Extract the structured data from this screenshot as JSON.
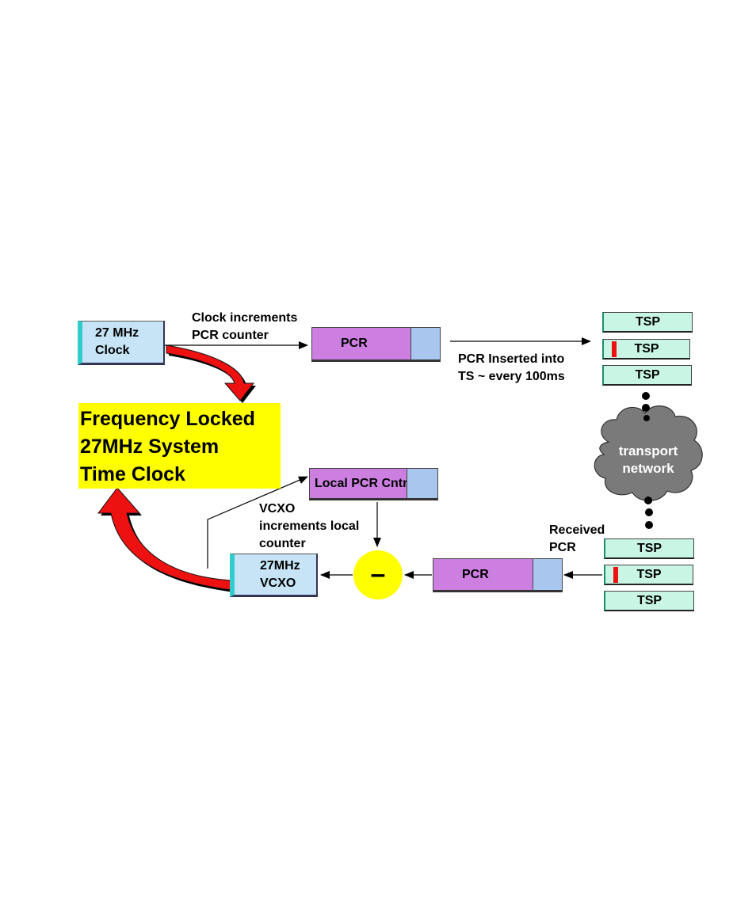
{
  "source_clock": {
    "line1": "27 MHz",
    "line2": "Clock"
  },
  "encoder_label": {
    "line1": "Clock increments",
    "line2": "PCR counter"
  },
  "pcr_encoder": {
    "label": "PCR"
  },
  "insert_label": {
    "line1": "PCR Inserted into",
    "line2": "TS ~ every 100ms"
  },
  "tx_packets": [
    "TSP",
    "TSP",
    "TSP"
  ],
  "network": {
    "line1": "transport",
    "line2": "network"
  },
  "rx_label": {
    "line1": "Received",
    "line2": "PCR"
  },
  "rx_packets": [
    "TSP",
    "TSP",
    "TSP"
  ],
  "pcr_received": {
    "label": "PCR"
  },
  "subtractor": {
    "symbol": "–"
  },
  "local_counter": {
    "label": "Local PCR Cntr"
  },
  "vcxo_label": {
    "line1": "VCXO",
    "line2": "increments local",
    "line3": "counter"
  },
  "vcxo": {
    "line1": "27MHz",
    "line2": "VCXO"
  },
  "system_clock": {
    "line1": "Frequency Locked",
    "line2": "27MHz System",
    "line3": "Time Clock"
  },
  "colors": {
    "clock_box": "#c6e4f6",
    "pcr_box": "#cc7fe0",
    "pcr_tail": "#a9c6ee",
    "tsp_box": "#c8f5e4",
    "pcr_marker": "#ee1111",
    "highlight": "#ffff00",
    "cloud": "#7a7a7a",
    "curved_arrow": "#ee1111"
  }
}
